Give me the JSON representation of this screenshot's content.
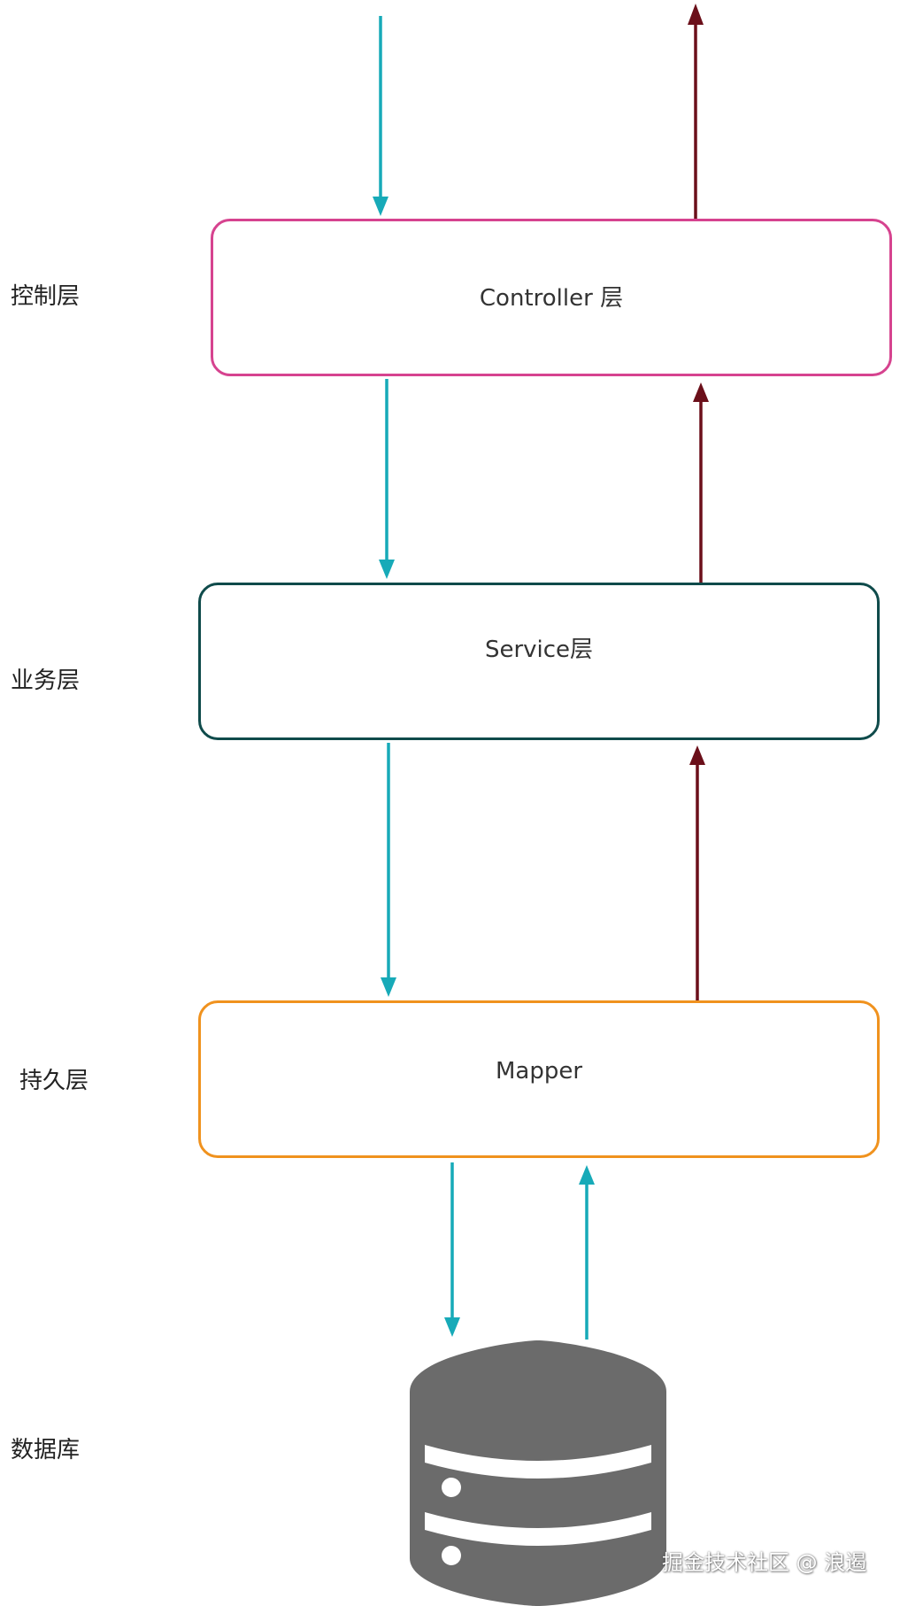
{
  "layers": {
    "controller": {
      "side_label": "控制层",
      "box_label": "Controller 层",
      "border_color": "#d6438f"
    },
    "service": {
      "side_label": "业务层",
      "box_label": "Service层",
      "border_color": "#0f4b4b"
    },
    "mapper": {
      "side_label": "持久层",
      "box_label": "Mapper",
      "border_color": "#f0921e"
    }
  },
  "database": {
    "side_label": "数据库",
    "icon": "database-icon",
    "fill_color": "#6b6b6b"
  },
  "colors": {
    "request_arrow": "#17aab8",
    "response_arrow": "#6b0f1a"
  },
  "watermark": "掘金技术社区 @ 浪遏"
}
